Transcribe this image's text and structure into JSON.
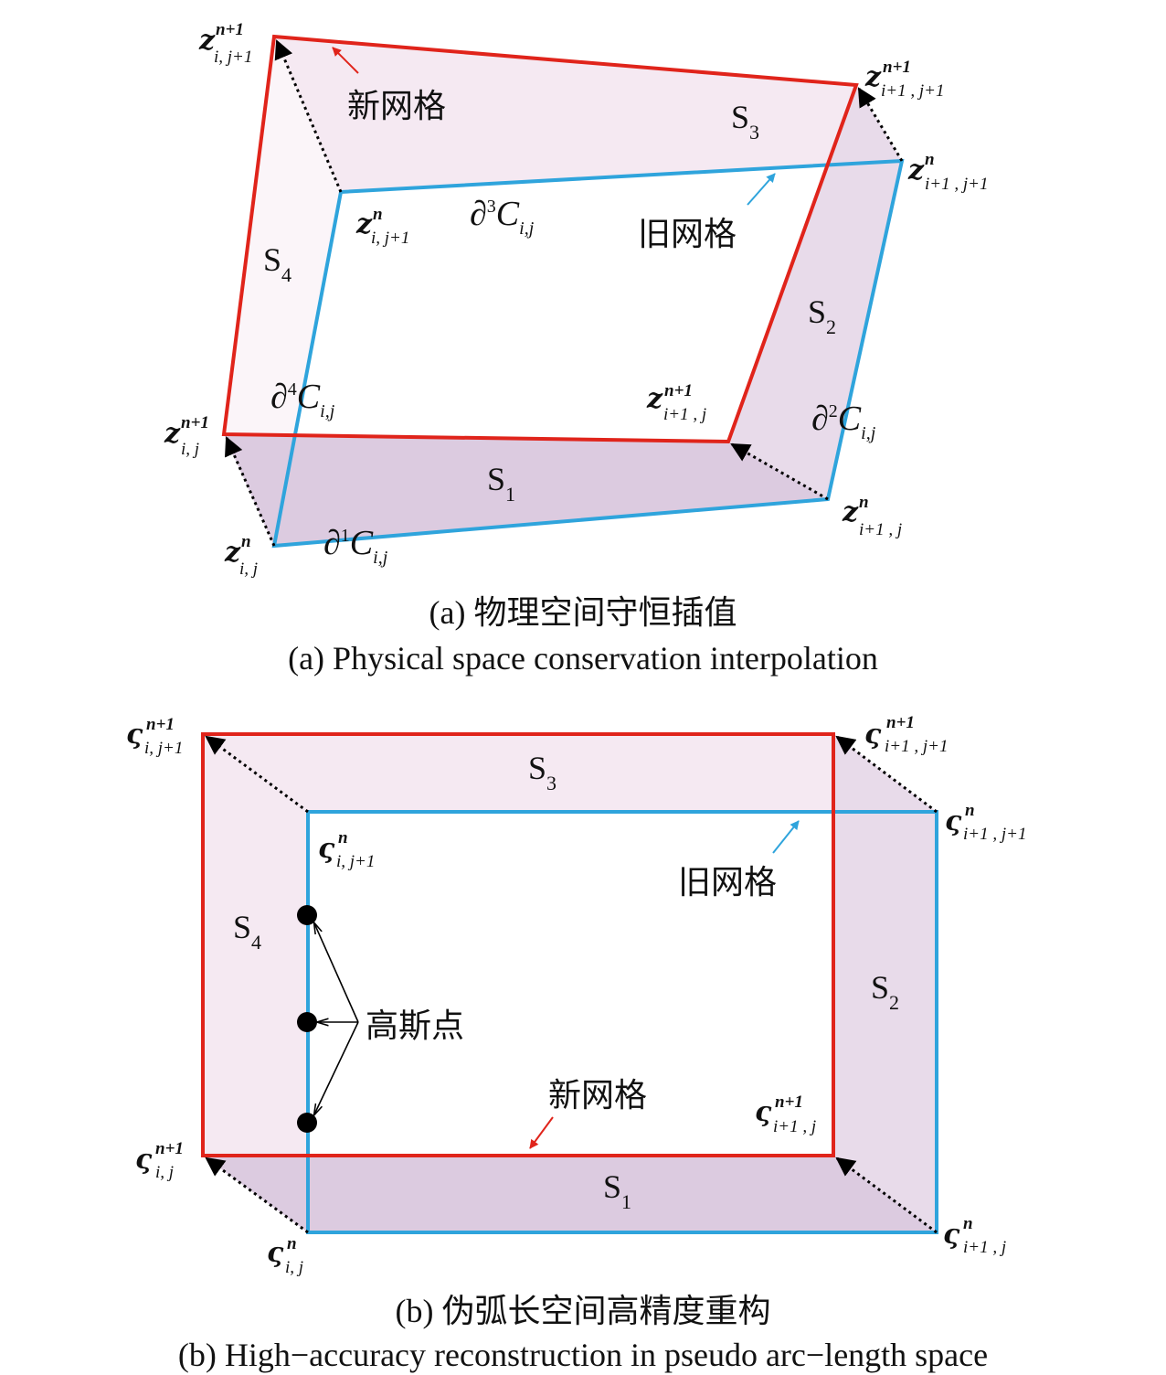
{
  "colors": {
    "new_grid": "#e0241b",
    "old_grid": "#2fa4dc",
    "face_light": "#f5e9f2",
    "face_mid": "#e8dbea",
    "face_dark": "#dccbe0"
  },
  "a": {
    "new_grid_label": "新网格",
    "old_grid_label": "旧网格",
    "faces": {
      "s1": [
        "S",
        "1"
      ],
      "s2": [
        "S",
        "2"
      ],
      "s3": [
        "S",
        "3"
      ],
      "s4": [
        "S",
        "4"
      ]
    },
    "boundaries": {
      "c1": "1",
      "c2": "2",
      "c3": "3",
      "c4": "4",
      "d": "∂",
      "C": "C",
      "ij": "i,j"
    },
    "vertex": {
      "base": "z",
      "n1": "n+1",
      "n": "n",
      "ij": "i, j",
      "ij1": "i, j+1",
      "i1j": "i+1 , j",
      "i1j1": "i+1 , j+1"
    },
    "caption_cn": "(a) 物理空间守恒插值",
    "caption_en": "(a) Physical space conservation interpolation"
  },
  "b": {
    "new_grid_label": "新网格",
    "old_grid_label": "旧网格",
    "gauss_label": "高斯点",
    "faces": {
      "s1": [
        "S",
        "1"
      ],
      "s2": [
        "S",
        "2"
      ],
      "s3": [
        "S",
        "3"
      ],
      "s4": [
        "S",
        "4"
      ]
    },
    "vertex": {
      "base": "ς",
      "n1": "n+1",
      "n": "n",
      "ij": "i, j",
      "ij1": "i, j+1",
      "i1j": "i+1 , j",
      "i1j1": "i+1 , j+1"
    },
    "caption_cn": "(b) 伪弧长空间高精度重构",
    "caption_en": "(b) High−accuracy reconstruction in pseudo arc−length space"
  }
}
